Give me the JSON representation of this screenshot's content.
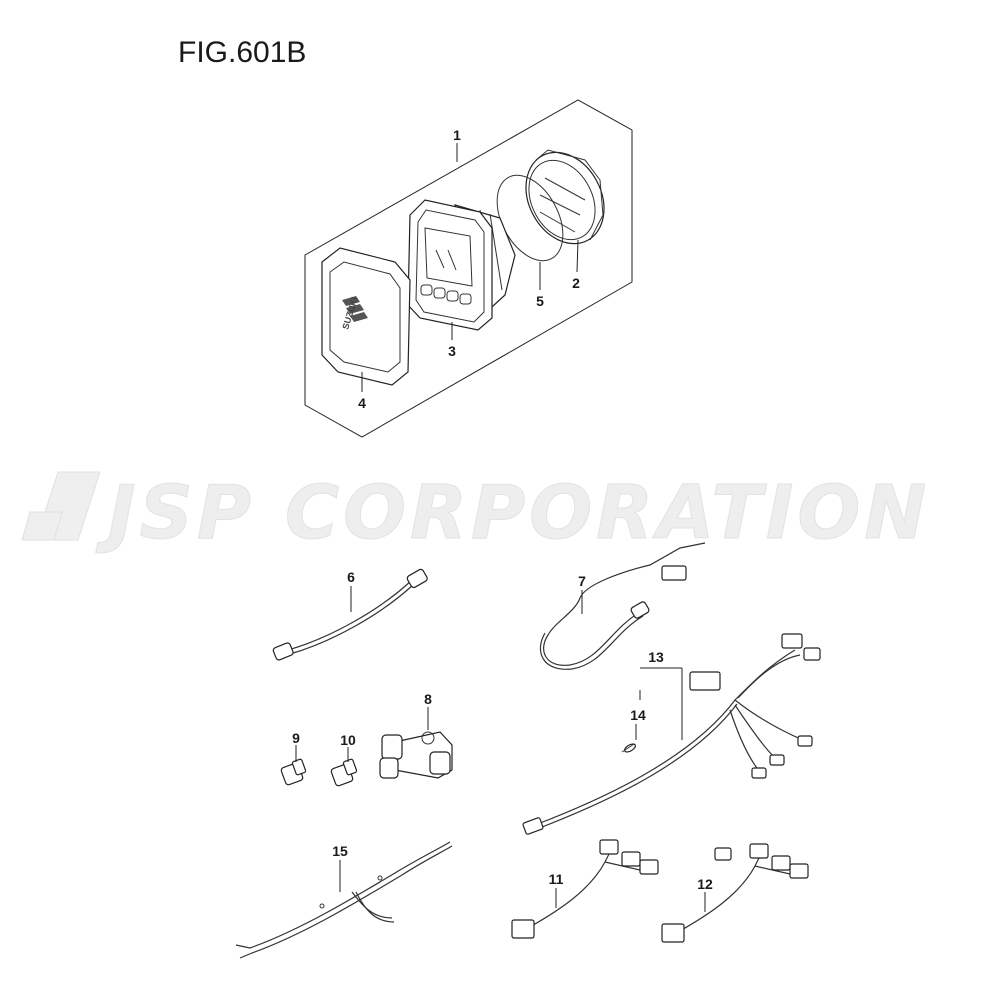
{
  "figure": {
    "title": "FIG.601B"
  },
  "watermark": {
    "text": "JSP CORPORATION"
  },
  "gauge_logo": {
    "brand_text": "SUZUKI"
  },
  "callouts": [
    {
      "id": "1",
      "label": "1"
    },
    {
      "id": "2",
      "label": "2"
    },
    {
      "id": "3",
      "label": "3"
    },
    {
      "id": "4",
      "label": "4"
    },
    {
      "id": "5",
      "label": "5"
    },
    {
      "id": "6",
      "label": "6"
    },
    {
      "id": "7",
      "label": "7"
    },
    {
      "id": "8",
      "label": "8"
    },
    {
      "id": "9",
      "label": "9"
    },
    {
      "id": "10",
      "label": "10"
    },
    {
      "id": "11",
      "label": "11"
    },
    {
      "id": "12",
      "label": "12"
    },
    {
      "id": "13",
      "label": "13"
    },
    {
      "id": "14",
      "label": "14"
    },
    {
      "id": "15",
      "label": "15"
    }
  ]
}
